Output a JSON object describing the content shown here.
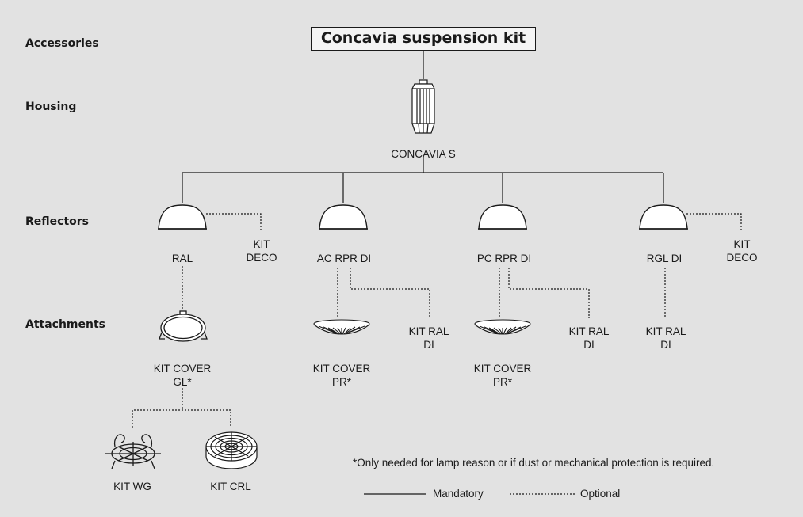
{
  "title": "Concavia suspension kit",
  "rows": {
    "accessories": "Accessories",
    "housing": "Housing",
    "reflectors": "Reflectors",
    "attachments": "Attachments"
  },
  "housing": {
    "label": "CONCAVIA S",
    "icon": "lamp-housing-icon"
  },
  "reflectors": [
    {
      "label": "RAL",
      "icon": "reflector-dome-icon"
    },
    {
      "label": "AC RPR DI",
      "icon": "reflector-dome-icon"
    },
    {
      "label": "PC RPR DI",
      "icon": "reflector-dome-icon"
    },
    {
      "label": "RGL DI",
      "icon": "reflector-dome-icon"
    }
  ],
  "kit_deco_1": [
    "KIT",
    "DECO"
  ],
  "kit_deco_2": [
    "KIT",
    "DECO"
  ],
  "attachments": {
    "kit_cover_gl": [
      "KIT COVER",
      "GL*"
    ],
    "kit_cover_pr_1": [
      "KIT COVER",
      "PR*"
    ],
    "kit_ral_di_1": [
      "KIT RAL",
      "DI"
    ],
    "kit_cover_pr_2": [
      "KIT COVER",
      "PR*"
    ],
    "kit_ral_di_2": [
      "KIT RAL",
      "DI"
    ],
    "kit_ral_di_3": [
      "KIT RAL",
      "DI"
    ]
  },
  "sub_attachments": {
    "kit_wg": "KIT WG",
    "kit_crl": "KIT CRL"
  },
  "note": "*Only needed for lamp reason or if dust or mechanical protection is required.",
  "legend": {
    "mandatory": "Mandatory",
    "optional": "Optional"
  },
  "colors": {
    "background": "#e2e2e2",
    "line": "#1a1a1a",
    "title_box": "#f4f4f4"
  }
}
